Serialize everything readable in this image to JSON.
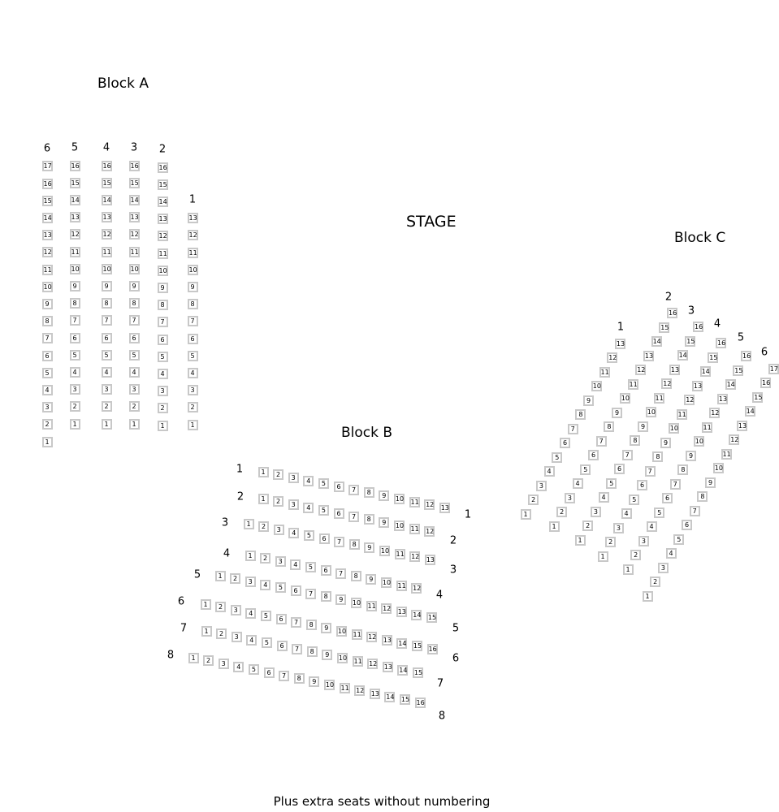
{
  "stage_label": "STAGE",
  "footer_note": "Plus extra seats without numbering",
  "colors": {
    "seat_border": "#c8c8c8",
    "seat_fill": "#ffffff",
    "text": "#000000"
  },
  "blocks": [
    {
      "name": "Block A",
      "rows": [
        {
          "label": "6",
          "seats": 17
        },
        {
          "label": "5",
          "seats": 16
        },
        {
          "label": "4",
          "seats": 16
        },
        {
          "label": "3",
          "seats": 16
        },
        {
          "label": "2",
          "seats": 16
        },
        {
          "label": "1",
          "seats": 13
        }
      ]
    },
    {
      "name": "Block B",
      "rows": [
        {
          "label": "1",
          "seats": 13
        },
        {
          "label": "2",
          "seats": 12
        },
        {
          "label": "3",
          "seats": 13
        },
        {
          "label": "4",
          "seats": 12
        },
        {
          "label": "5",
          "seats": 15
        },
        {
          "label": "6",
          "seats": 16
        },
        {
          "label": "7",
          "seats": 15
        },
        {
          "label": "8",
          "seats": 16
        }
      ]
    },
    {
      "name": "Block C",
      "rows": [
        {
          "label": "1",
          "seats": 13
        },
        {
          "label": "2",
          "seats": 16
        },
        {
          "label": "3",
          "seats": 16
        },
        {
          "label": "4",
          "seats": 16
        },
        {
          "label": "5",
          "seats": 16
        },
        {
          "label": "6",
          "seats": 17
        }
      ]
    }
  ]
}
